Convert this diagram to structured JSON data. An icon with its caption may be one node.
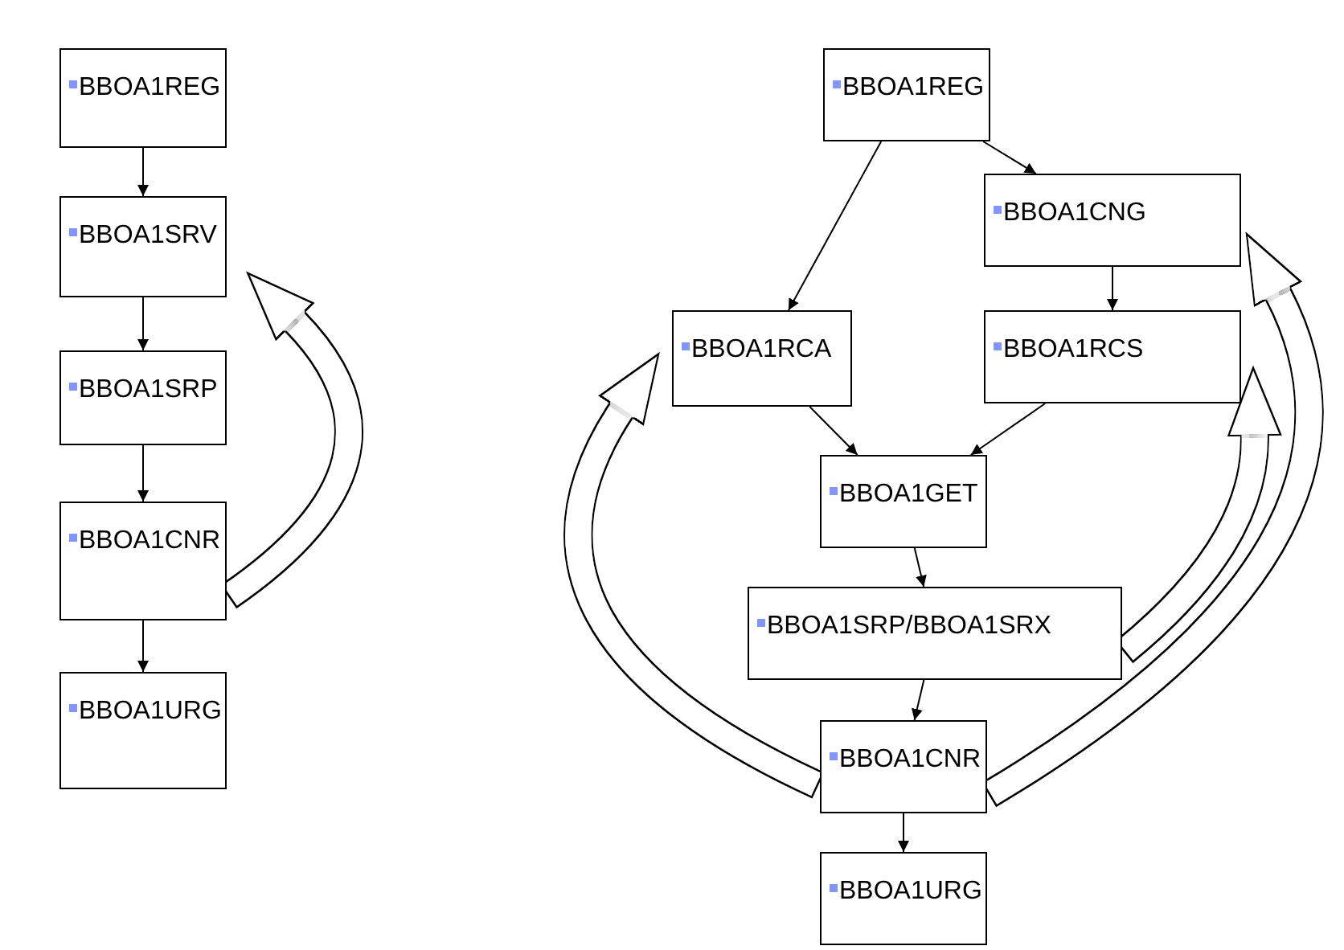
{
  "diagram": {
    "nodes": [
      {
        "text": [
          "BBOA1REG"
        ]
      },
      {
        "text": [
          "BBOA1SRV"
        ]
      },
      {
        "text": [
          "BBOA1SRP"
        ]
      },
      {
        "text": [
          "BBOA1CNR"
        ]
      },
      {
        "text": [
          "BBOA1URG"
        ]
      },
      {
        "text": [
          "BBOA1REG"
        ]
      },
      {
        "text": [
          "BBOA1CNG"
        ]
      },
      {
        "text": [
          "BBOA1RCA"
        ]
      },
      {
        "text": [
          "BBOA1RCS"
        ]
      },
      {
        "text": [
          "BBOA1GET"
        ]
      },
      {
        "text": [
          "BBOA1SRP/BBOA1SRX"
        ]
      },
      {
        "text": [
          "BBOA1CNR"
        ]
      },
      {
        "text": [
          "BBOA1URG"
        ]
      }
    ],
    "edges": [
      {
        "from": 0,
        "to": 1,
        "arrow": "to"
      },
      {
        "from": 1,
        "to": 2,
        "arrow": "to"
      },
      {
        "from": 2,
        "to": 3,
        "arrow": "to"
      },
      {
        "from": 3,
        "to": 4,
        "arrow": "to"
      },
      {
        "from": 3,
        "to": 1,
        "arrow": "to",
        "style": "thick"
      },
      {
        "from": 5,
        "to": 7,
        "arrow": "to"
      },
      {
        "from": 5,
        "to": 6,
        "arrow": "to"
      },
      {
        "from": 6,
        "to": 8,
        "arrow": "to"
      },
      {
        "from": 7,
        "to": 9,
        "arrow": "to"
      },
      {
        "from": 8,
        "to": 9,
        "arrow": "to"
      },
      {
        "from": 9,
        "to": 10,
        "arrow": "to"
      },
      {
        "from": 10,
        "to": 11,
        "arrow": "to"
      },
      {
        "from": 11,
        "to": 12,
        "arrow": "to"
      },
      {
        "from": 11,
        "to": 7,
        "arrow": "to",
        "style": "thick"
      },
      {
        "from": 10,
        "to": 8,
        "arrow": "to",
        "style": "thick"
      },
      {
        "from": 11,
        "to": 6,
        "arrow": "to",
        "style": "thick"
      }
    ]
  }
}
